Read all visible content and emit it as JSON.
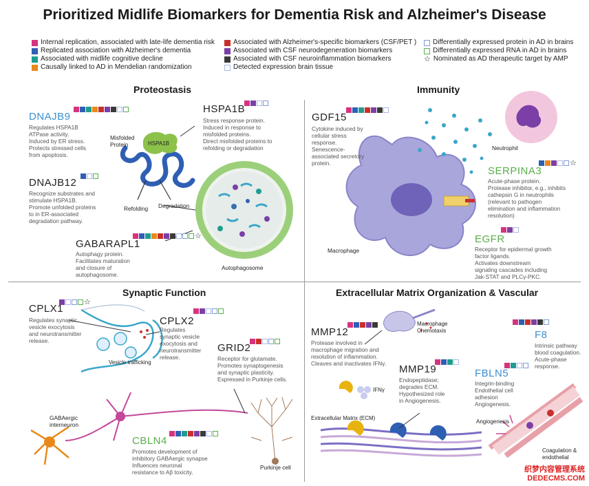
{
  "title": "Prioritized Midlife Biomarkers for Dementia Risk and Alzheimer's Disease",
  "colors": {
    "late_life": "#d6337f",
    "ad_assoc": "#2f5fb3",
    "midlife_cog": "#1f9c92",
    "mendelian": "#e88a1a",
    "ad_specific": "#c9302c",
    "csf_neurodeg": "#7b3fa6",
    "csf_neuroinfl": "#3a3a3a",
    "brain_tissue": "#a9b8e6",
    "protein_ad": "#7f9bd6",
    "rna_ad": "#5aae4a"
  },
  "legend": {
    "col1": [
      "Internal replication, associated with late-life dementia risk",
      "Replicated association with Alzheimer's dementia",
      "Associated with midlife cognitive decline",
      "Causally linked to AD in Mendelian randomization"
    ],
    "col2": [
      "Associated with Alzheimer's-specific biomarkers (CSF/PET )",
      "Associated with CSF neurodegeneration biomarkers",
      "Associated with CSF neuroinflammation biomarkers",
      "Detected expression brain tissue"
    ],
    "col3": [
      "Differentially expressed protein in AD in brains",
      "Differentially expressed RNA in AD in brains",
      "Nominated as AD therapeutic target by AMP"
    ],
    "star": "☆"
  },
  "sections": {
    "proteostasis": "Proteostasis",
    "immunity": "Immunity",
    "synaptic": "Synaptic Function",
    "ecm": "Extracellular Matrix Organization & Vascular"
  },
  "genes": {
    "dnajb9": {
      "name": "DNAJB9",
      "desc": [
        "Regulates HSPA1B",
        "ATPase activity.",
        "Induced by ER stress.",
        "Protects stressed cells",
        "from apoptosis."
      ]
    },
    "hspa1b": {
      "name": "HSPA1B",
      "desc": [
        "Stress response protein.",
        "Induced in response to",
        "misfolded proteins.",
        "Direct misfolded proteins to",
        "refolding or degradation"
      ]
    },
    "dnajb12": {
      "name": "DNAJB12",
      "desc": [
        "Recognize substrates and",
        "stimulate HSPA1B.",
        "Promote unfolded proteins",
        "to in ER-associated",
        "degradation pathway."
      ]
    },
    "gabarapl1": {
      "name": "GABARAPL1",
      "desc": [
        "Autophagy protein.",
        "Facilitates maturation",
        "and closure of",
        "autophagosome."
      ]
    },
    "gdf15": {
      "name": "GDF15",
      "desc": [
        "Cytokine induced by",
        "cellular stress",
        "response.",
        "Senescence-",
        "associated secretory",
        "protein."
      ]
    },
    "serpina3": {
      "name": "SERPINA3",
      "desc": [
        "Acute-phase protein.",
        "Protease inhibitor, e.g., inhibits",
        "cathepsin G in neutrophils",
        "(relevant to pathogen",
        "elimination and inflammation",
        "resolution)"
      ]
    },
    "egfr": {
      "name": "EGFR",
      "desc": [
        "Receptor for epidermal growth",
        "factor ligands.",
        "Activates downstream",
        "signaling cascades including",
        "Jak-STAT and PLCγ-PKC."
      ]
    },
    "cplx1": {
      "name": "CPLX1",
      "desc": [
        "Regulates synaptic",
        "vesicle exocytosis",
        "and neurotransmitter",
        "release."
      ]
    },
    "cplx2": {
      "name": "CPLX2",
      "desc": [
        "Regulates",
        "synaptic vesicle",
        "exocytosis and",
        "neurotransmitter",
        "release."
      ]
    },
    "grid2": {
      "name": "GRID2",
      "desc": [
        "Receptor for glutamate.",
        "Promotes synaptogenesis",
        "and synaptic plasticity.",
        "Expressed in Purkinje cells."
      ]
    },
    "cbln4": {
      "name": "CBLN4",
      "desc": [
        "Promotes development of",
        "inhibitory GABAergic synapse",
        "Influences neuronal",
        "resistance to Aβ toxicity."
      ]
    },
    "mmp12": {
      "name": "MMP12",
      "desc": [
        "Protease involved in",
        "macrophage migration and",
        "resolution of inflammation.",
        "Cleaves and inactivates IFNγ."
      ]
    },
    "mmp19": {
      "name": "MMP19",
      "desc": [
        "Endopeptidase;",
        "degrades ECM.",
        "Hypothesized role",
        "in Angiogenesis."
      ]
    },
    "f8": {
      "name": "F8",
      "desc": [
        "Intrinsic pathway",
        "blood coagulation.",
        "Acute-phase",
        "response."
      ]
    },
    "fbln5": {
      "name": "FBLN5",
      "desc": [
        "Integrin-binding",
        "Endothelial cell",
        "adhesion",
        "Angiogenesis."
      ]
    }
  },
  "labels": {
    "misfolded": [
      "Misfolded",
      "Protein"
    ],
    "hspa1b_blob": "HSPA1B",
    "refolding": "Refolding",
    "degradation": "Degradation",
    "autophagosome": "Autophagosome",
    "neutrophil": "Neutrophil",
    "macrophage": "Macrophage",
    "vesicle_trafficking": "Vesicle trafficking",
    "gabaergic": [
      "GABAergic",
      "interneuron"
    ],
    "purkinje": "Purkinje cell",
    "macrophage_chemotaxis": [
      "Macrophage",
      "Chemotaxis"
    ],
    "ifng": "IFNγ",
    "ecm": "Extracellular Matrix (ECM)",
    "angiogenesis": "Angiogenesis",
    "coagulation": [
      "Coagulation &",
      "endothelial"
    ]
  },
  "watermark": [
    "织梦内容管理系统",
    "DEDECMS.COM"
  ]
}
